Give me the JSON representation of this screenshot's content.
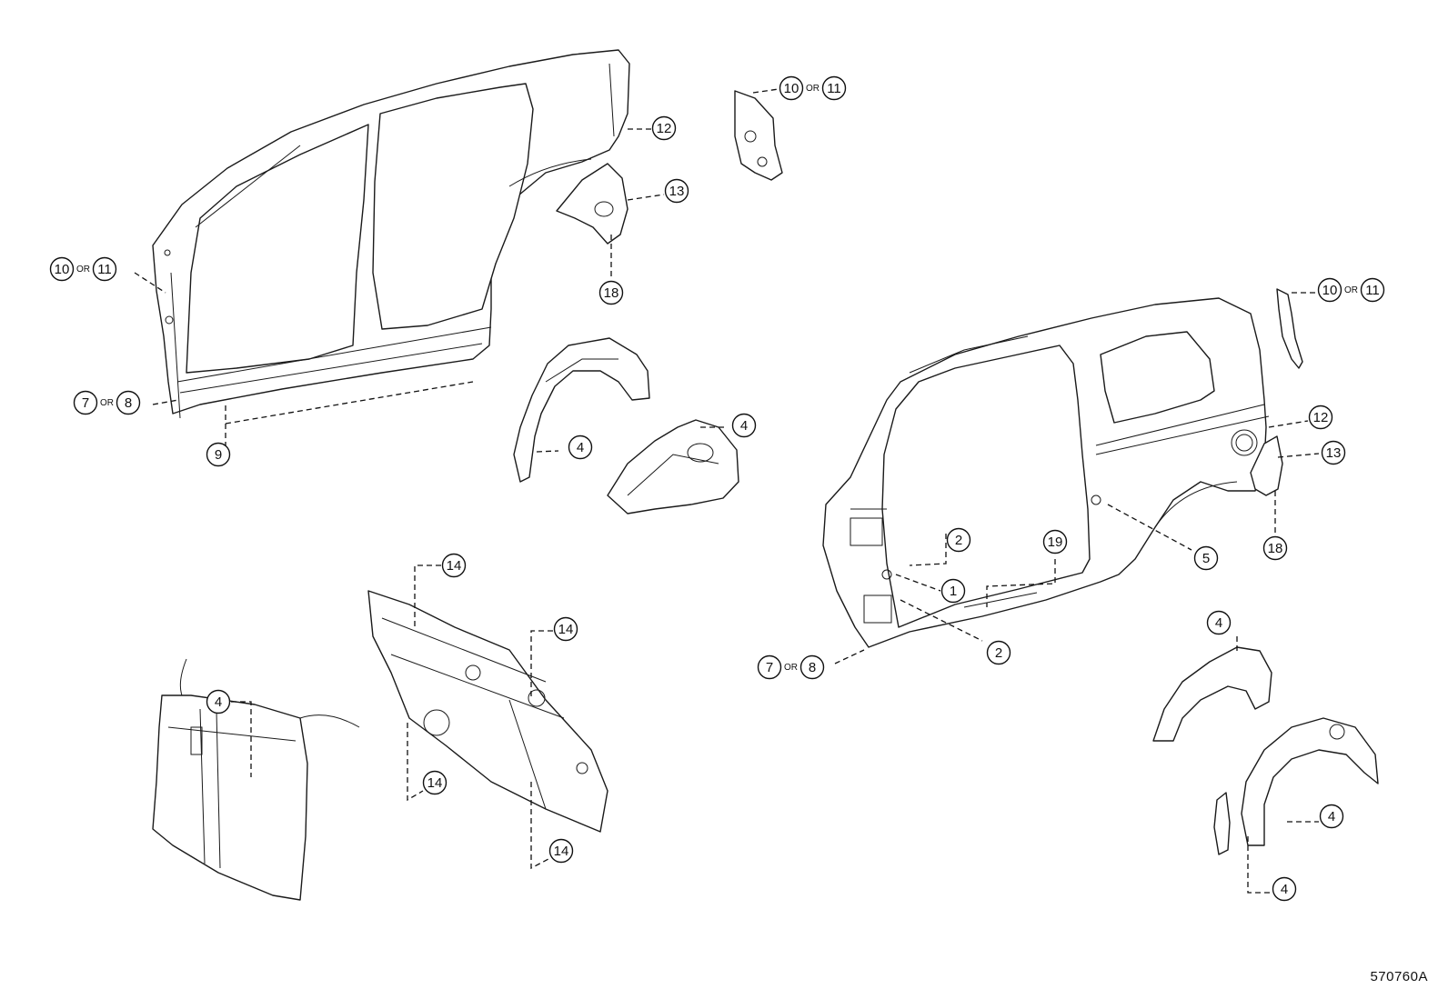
{
  "diagram_code": "570760A",
  "or_label": "OR",
  "callouts": [
    {
      "id": "c1",
      "text": "10",
      "or_with": "11"
    },
    {
      "id": "c2",
      "text": "12"
    },
    {
      "id": "c3",
      "text": "13"
    },
    {
      "id": "c4",
      "text": "18"
    },
    {
      "id": "c5",
      "text": "10",
      "or_with": "11"
    },
    {
      "id": "c6",
      "text": "7",
      "or_with": "8"
    },
    {
      "id": "c7",
      "text": "9"
    },
    {
      "id": "c8",
      "text": "4"
    },
    {
      "id": "c9",
      "text": "4"
    },
    {
      "id": "c10",
      "text": "10",
      "or_with": "11"
    },
    {
      "id": "c11",
      "text": "12"
    },
    {
      "id": "c12",
      "text": "13"
    },
    {
      "id": "c13",
      "text": "18"
    },
    {
      "id": "c14",
      "text": "2"
    },
    {
      "id": "c15",
      "text": "19"
    },
    {
      "id": "c16",
      "text": "1"
    },
    {
      "id": "c17",
      "text": "5"
    },
    {
      "id": "c18",
      "text": "2"
    },
    {
      "id": "c19",
      "text": "7",
      "or_with": "8"
    },
    {
      "id": "c20",
      "text": "14"
    },
    {
      "id": "c21",
      "text": "14"
    },
    {
      "id": "c22",
      "text": "14"
    },
    {
      "id": "c23",
      "text": "14"
    },
    {
      "id": "c24",
      "text": "4"
    },
    {
      "id": "c25",
      "text": "4"
    },
    {
      "id": "c26",
      "text": "4"
    },
    {
      "id": "c27",
      "text": "4"
    }
  ]
}
